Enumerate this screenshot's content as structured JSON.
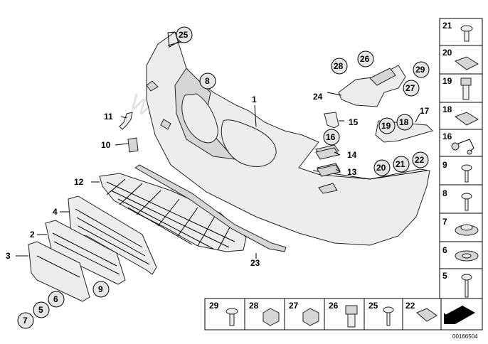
{
  "watermark": "www.BMWstore.pl",
  "reference_number": "00166504",
  "callouts": {
    "c1": "1",
    "c2": "2",
    "c3": "3",
    "c4": "4",
    "c5": "5",
    "c6": "6",
    "c7": "7",
    "c8": "8",
    "c9": "9",
    "c10": "10",
    "c11": "11",
    "c12": "12",
    "c13": "13",
    "c14": "14",
    "c15": "15",
    "c16": "16",
    "c17": "17",
    "c18": "18",
    "c19": "19",
    "c20": "20",
    "c21": "21",
    "c22": "22",
    "c23": "23",
    "c24": "24",
    "c25": "25",
    "c26": "26",
    "c27": "27",
    "c28": "28",
    "c29": "29"
  },
  "side_table": [
    "21",
    "20",
    "19",
    "18",
    "16",
    "9",
    "8",
    "7",
    "6",
    "5"
  ],
  "bottom_table": [
    "29",
    "28",
    "27",
    "26",
    "25",
    "22"
  ]
}
